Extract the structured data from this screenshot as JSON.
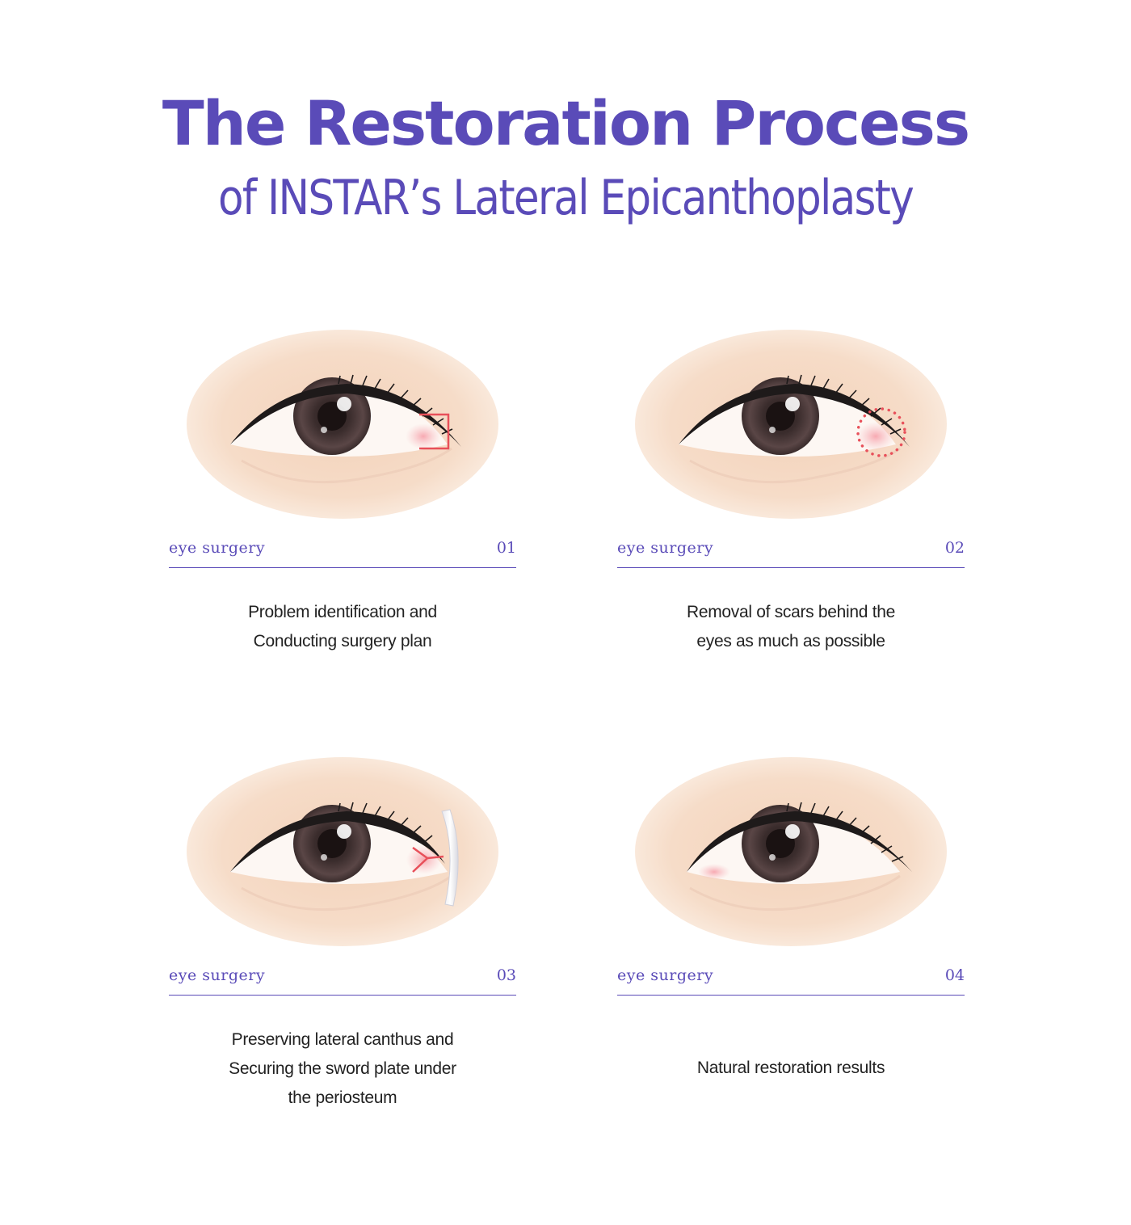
{
  "title": {
    "main": "The Restoration Process",
    "sub": "of INSTAR’s Lateral Epicanthoplasty"
  },
  "steps": [
    {
      "category": "eye surgery",
      "number": "01",
      "description": "Problem identification and\nConducting surgery plan"
    },
    {
      "category": "eye surgery",
      "number": "02",
      "description": "Removal of scars behind the\neyes as much as possible"
    },
    {
      "category": "eye surgery",
      "number": "03",
      "description": "Preserving lateral canthus and\nSecuring the sword plate under\nthe periosteum"
    },
    {
      "category": "eye surgery",
      "number": "04",
      "description": "Natural restoration results"
    }
  ],
  "colors": {
    "accent": "#5a4bb8",
    "skin": "#f5dcc8",
    "iris": "#4a3a3a",
    "marker": "#e8505a"
  }
}
